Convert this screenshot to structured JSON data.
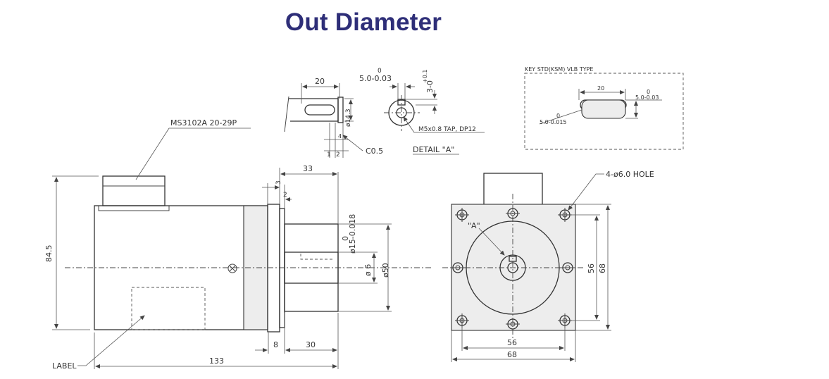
{
  "title": "Out Diameter",
  "labels": {
    "connector": "MS3102A 20-29P",
    "label": "LABEL",
    "height": "84.5",
    "len_total": "133",
    "len_8": "8",
    "len_30": "30",
    "len_33": "33",
    "len_3": "3",
    "len_2": "2",
    "shaft_dia": "ø15-0.018",
    "shaft_tol_top": "0",
    "pilot_dia": "ø50",
    "flat_dia": "ø 6",
    "key_len": "20",
    "key_dia": "ø14.3",
    "key_4": "4",
    "key_1": "1",
    "key_2": "2",
    "chamfer": "C0.5",
    "keyway_w": "5.0-0.03",
    "keyway_w_top": "0",
    "keyway_d": "3-0",
    "keyway_d_top": "+0.1",
    "tap": "M5x0.8 TAP, DP12",
    "detail": "DETAIL \"A\"",
    "key_type": "KEY STD(KSM) VLB TYPE",
    "key_type_len": "20",
    "key_type_w": "5.0-0.03",
    "key_type_w_top": "0",
    "key_type_h": "5.0-0.015",
    "key_type_h_top": "0",
    "hole": "4-ø6.0  HOLE",
    "view_a": "\"A\"",
    "pcd_h": "56",
    "sq_h": "68",
    "pcd_v": "56",
    "sq_v": "68"
  }
}
